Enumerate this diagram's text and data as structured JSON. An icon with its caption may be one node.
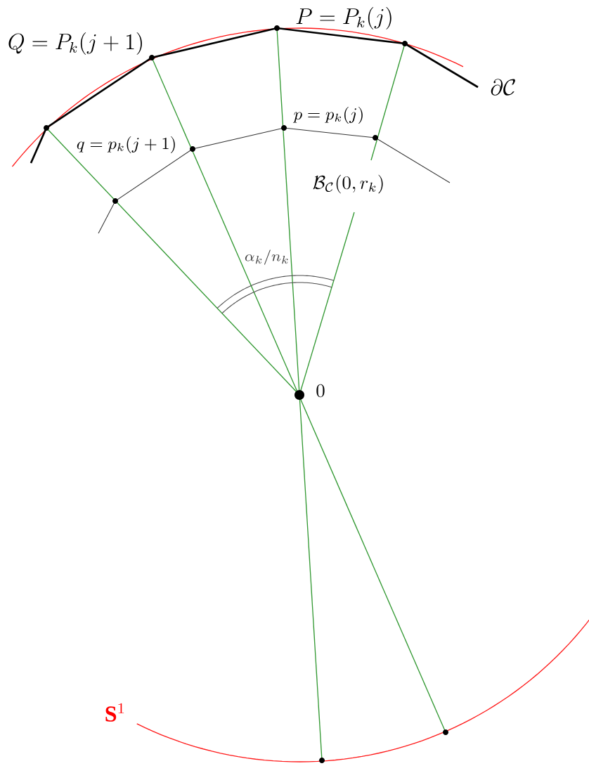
{
  "diagram": {
    "labels": [
      "Q = P_k(j+1)",
      "P = P_k(j)",
      "\\partial\\mathcal{C}",
      "p = p_k(j)",
      "q = p_k(j+1)",
      "\\mathcal{B}_{\\mathcal{C}}(0,r_k)",
      "\\alpha_k/n_k",
      "0",
      "\\mathbf{S}^1"
    ]
  }
}
